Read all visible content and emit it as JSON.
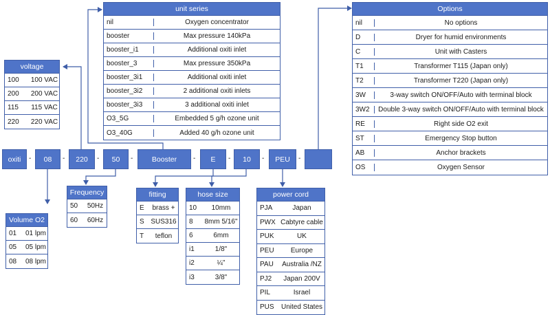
{
  "code": {
    "segments": [
      "oxiti",
      "08",
      "220",
      "50",
      "Booster",
      "E",
      "10",
      "PEU",
      ""
    ],
    "separator": "-"
  },
  "voltage": {
    "title": "voltage",
    "rows": [
      {
        "code": "100",
        "desc": "100 VAC"
      },
      {
        "code": "200",
        "desc": "200 VAC"
      },
      {
        "code": "115",
        "desc": "115 VAC"
      },
      {
        "code": "220",
        "desc": "220 VAC"
      }
    ]
  },
  "unit_series": {
    "title": "unit series",
    "rows": [
      {
        "code": "nil",
        "desc": "Oxygen concentrator"
      },
      {
        "code": "booster",
        "desc": "Max pressure 140kPa"
      },
      {
        "code": "booster_i1",
        "desc": "Additional oxiti inlet"
      },
      {
        "code": "booster_3",
        "desc": "Max pressure 350kPa"
      },
      {
        "code": "booster_3i1",
        "desc": "Additional oxiti inlet"
      },
      {
        "code": "booster_3i2",
        "desc": "2 additional oxiti inlets"
      },
      {
        "code": "booster_3i3",
        "desc": "3 additional oxiti inlet"
      },
      {
        "code": "O3_5G",
        "desc": "Embedded 5 g/h ozone unit"
      },
      {
        "code": "O3_40G",
        "desc": "Added 40 g/h ozone unit"
      }
    ]
  },
  "options": {
    "title": "Options",
    "rows": [
      {
        "code": "nil",
        "desc": "No options"
      },
      {
        "code": "D",
        "desc": "Dryer for humid environments"
      },
      {
        "code": "C",
        "desc": "Unit with Casters"
      },
      {
        "code": "T1",
        "desc": "Transformer T115 (Japan only)"
      },
      {
        "code": "T2",
        "desc": "Transformer T220 (Japan only)"
      },
      {
        "code": "3W",
        "desc": "3-way switch ON/OFF/Auto with terminal block"
      },
      {
        "code": "3W2",
        "desc": "Double 3-way switch ON/OFF/Auto with terminal block"
      },
      {
        "code": "RE",
        "desc": "Right side O2 exit"
      },
      {
        "code": "ST",
        "desc": "Emergency Stop button"
      },
      {
        "code": "AB",
        "desc": "Anchor brackets"
      },
      {
        "code": "OS",
        "desc": "Oxygen Sensor"
      }
    ]
  },
  "frequency": {
    "title": "Frequency",
    "rows": [
      {
        "code": "50",
        "desc": "50Hz"
      },
      {
        "code": "60",
        "desc": "60Hz"
      }
    ]
  },
  "volume": {
    "title": "Volume O2",
    "rows": [
      {
        "code": "01",
        "desc": "01 lpm"
      },
      {
        "code": "05",
        "desc": "05 lpm"
      },
      {
        "code": "08",
        "desc": "08 lpm"
      }
    ]
  },
  "fitting": {
    "title": "fitting",
    "rows": [
      {
        "code": "E",
        "desc": "brass +"
      },
      {
        "code": "S",
        "desc": "SUS316"
      },
      {
        "code": "T",
        "desc": "teflon"
      }
    ]
  },
  "hose_size": {
    "title": "hose size",
    "rows": [
      {
        "code": "10",
        "desc": "10mm"
      },
      {
        "code": "8",
        "desc": "8mm 5/16\""
      },
      {
        "code": "6",
        "desc": "6mm"
      },
      {
        "code": "i1",
        "desc": "1/8\""
      },
      {
        "code": "i2",
        "desc": "¼\""
      },
      {
        "code": "i3",
        "desc": "3/8\""
      }
    ]
  },
  "power_cord": {
    "title": "power cord",
    "rows": [
      {
        "code": "PJA",
        "desc": "Japan"
      },
      {
        "code": "PWX",
        "desc": "Cabtyre cable"
      },
      {
        "code": "PUK",
        "desc": "UK"
      },
      {
        "code": "PEU",
        "desc": "Europe"
      },
      {
        "code": "PAU",
        "desc": "Australia /NZ"
      },
      {
        "code": "PJ2",
        "desc": "Japan 200V"
      },
      {
        "code": "PIL",
        "desc": "Israel"
      },
      {
        "code": "PUS",
        "desc": "United States"
      }
    ]
  },
  "colors": {
    "accent": "#4f74c8",
    "border": "#3f5ea8"
  }
}
